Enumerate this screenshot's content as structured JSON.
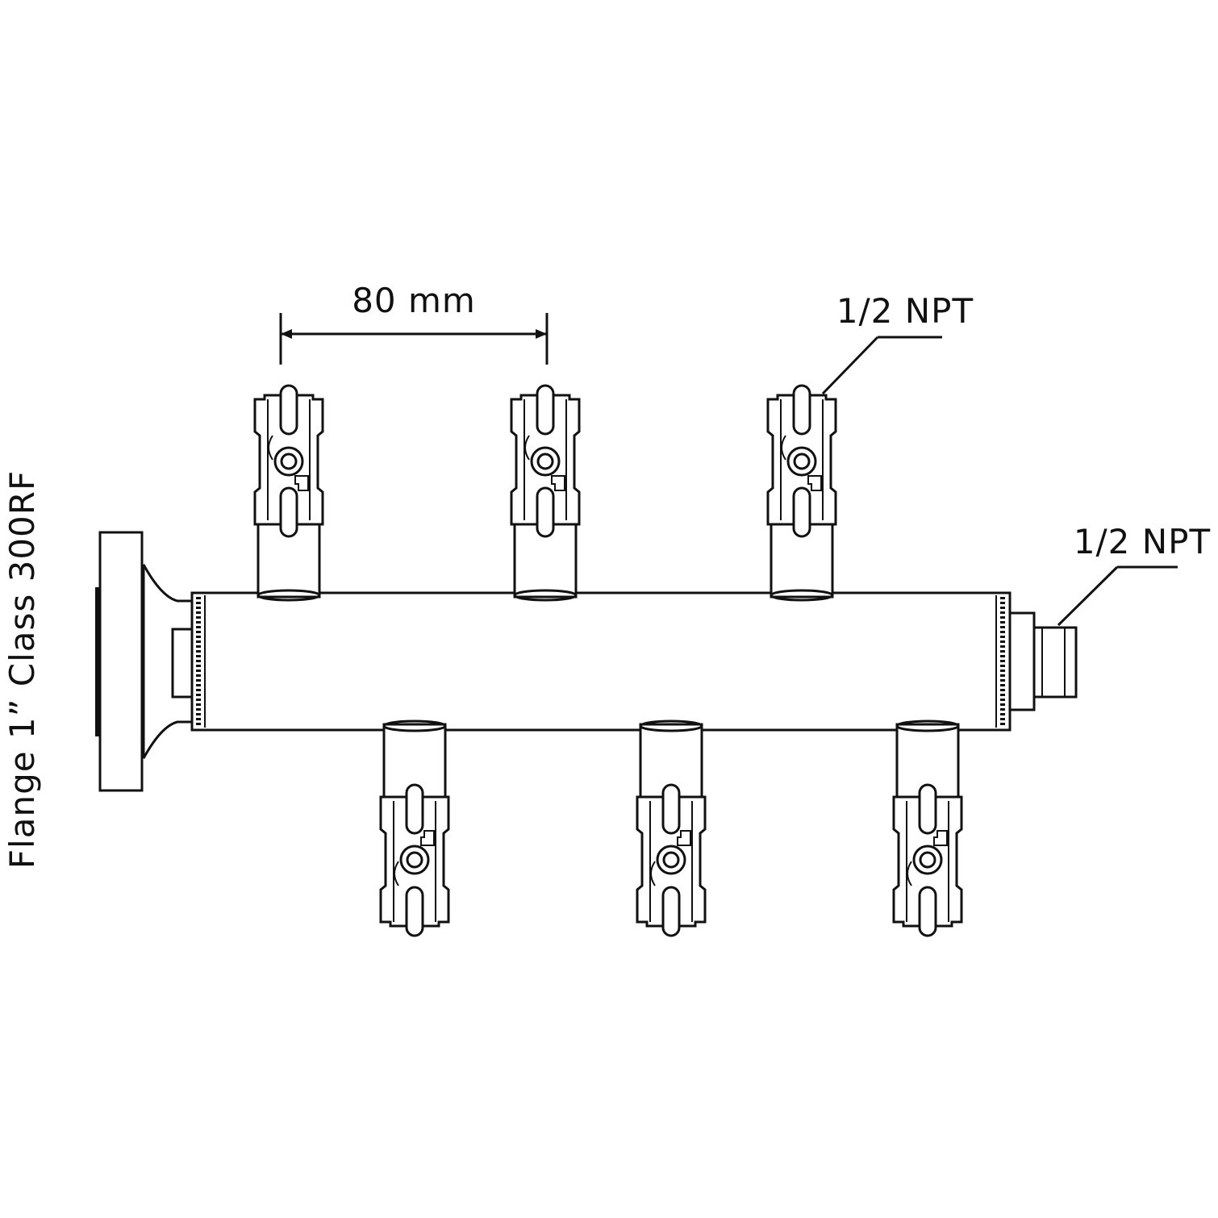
{
  "labels": {
    "spacing": "80 mm",
    "outlet_thread": "1/2 NPT",
    "end_thread": "1/2 NPT",
    "inlet_flange": "Flange 1” Class 300RF"
  },
  "components": {
    "top_valves": [
      "valve-1",
      "valve-2",
      "valve-3"
    ],
    "bottom_valves": [
      "valve-4",
      "valve-5",
      "valve-6"
    ]
  }
}
